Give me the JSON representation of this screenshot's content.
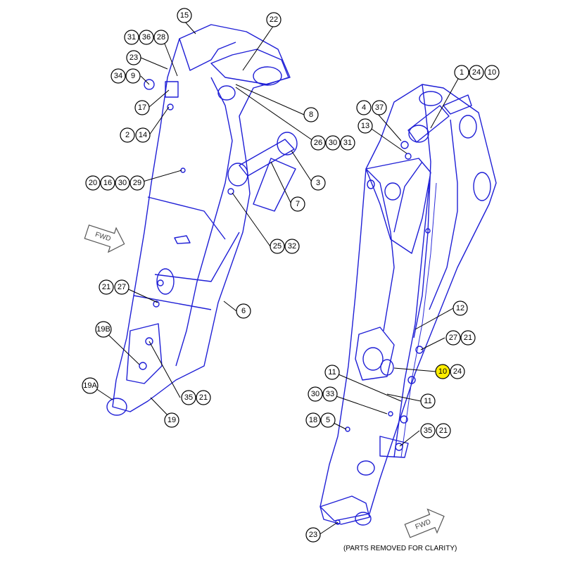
{
  "footnote": "(PARTS REMOVED FOR CLARITY)",
  "fwd_label": "FWD",
  "colors": {
    "line": "#1f1fd6",
    "highlight": "#ffee00"
  },
  "callouts": [
    {
      "id": "c15",
      "text": "15",
      "hl": false
    },
    {
      "id": "c22",
      "text": "22",
      "hl": false
    },
    {
      "id": "c31a",
      "text": "31",
      "hl": false
    },
    {
      "id": "c36",
      "text": "36",
      "hl": false
    },
    {
      "id": "c28",
      "text": "28",
      "hl": false
    },
    {
      "id": "c23a",
      "text": "23",
      "hl": false
    },
    {
      "id": "c34",
      "text": "34",
      "hl": false
    },
    {
      "id": "c9",
      "text": "9",
      "hl": false
    },
    {
      "id": "c17",
      "text": "17",
      "hl": false
    },
    {
      "id": "c2",
      "text": "2",
      "hl": false
    },
    {
      "id": "c14",
      "text": "14",
      "hl": false
    },
    {
      "id": "c8",
      "text": "8",
      "hl": false
    },
    {
      "id": "c26",
      "text": "26",
      "hl": false
    },
    {
      "id": "c30a",
      "text": "30",
      "hl": false
    },
    {
      "id": "c31b",
      "text": "31",
      "hl": false
    },
    {
      "id": "c20",
      "text": "20",
      "hl": false
    },
    {
      "id": "c16",
      "text": "16",
      "hl": false
    },
    {
      "id": "c30b",
      "text": "30",
      "hl": false
    },
    {
      "id": "c29",
      "text": "29",
      "hl": false
    },
    {
      "id": "c3",
      "text": "3",
      "hl": false
    },
    {
      "id": "c7",
      "text": "7",
      "hl": false
    },
    {
      "id": "c25",
      "text": "25",
      "hl": false
    },
    {
      "id": "c32",
      "text": "32",
      "hl": false
    },
    {
      "id": "c21a",
      "text": "21",
      "hl": false
    },
    {
      "id": "c27a",
      "text": "27",
      "hl": false
    },
    {
      "id": "c6",
      "text": "6",
      "hl": false
    },
    {
      "id": "c19b",
      "text": "19B",
      "hl": false
    },
    {
      "id": "c19a",
      "text": "19A",
      "hl": false
    },
    {
      "id": "c35a",
      "text": "35",
      "hl": false
    },
    {
      "id": "c21b",
      "text": "21",
      "hl": false
    },
    {
      "id": "c19",
      "text": "19",
      "hl": false
    },
    {
      "id": "c1",
      "text": "1",
      "hl": false
    },
    {
      "id": "c24a",
      "text": "24",
      "hl": false
    },
    {
      "id": "c10a",
      "text": "10",
      "hl": false
    },
    {
      "id": "c4",
      "text": "4",
      "hl": false
    },
    {
      "id": "c37",
      "text": "37",
      "hl": false
    },
    {
      "id": "c13",
      "text": "13",
      "hl": false
    },
    {
      "id": "c12",
      "text": "12",
      "hl": false
    },
    {
      "id": "c27b",
      "text": "27",
      "hl": false
    },
    {
      "id": "c21c",
      "text": "21",
      "hl": false
    },
    {
      "id": "c10b",
      "text": "10",
      "hl": true
    },
    {
      "id": "c24b",
      "text": "24",
      "hl": false
    },
    {
      "id": "c11a",
      "text": "11",
      "hl": false
    },
    {
      "id": "c30c",
      "text": "30",
      "hl": false
    },
    {
      "id": "c33",
      "text": "33",
      "hl": false
    },
    {
      "id": "c11b",
      "text": "11",
      "hl": false
    },
    {
      "id": "c18",
      "text": "18",
      "hl": false
    },
    {
      "id": "c5",
      "text": "5",
      "hl": false
    },
    {
      "id": "c35b",
      "text": "35",
      "hl": false
    },
    {
      "id": "c21d",
      "text": "21",
      "hl": false
    },
    {
      "id": "c23b",
      "text": "23",
      "hl": false
    }
  ]
}
